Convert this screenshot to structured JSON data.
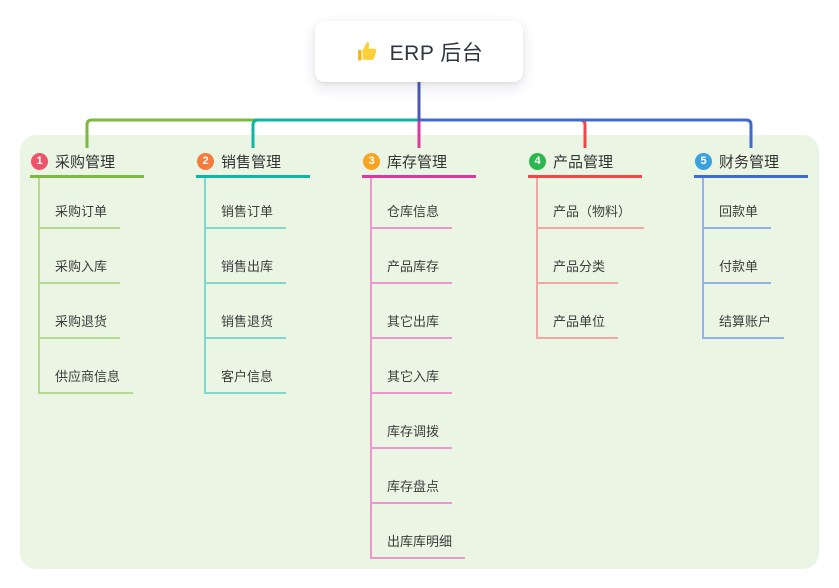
{
  "root": {
    "title": "ERP 后台",
    "icon": "thumbs-up-icon"
  },
  "branches": [
    {
      "badge": "1",
      "label": "采购管理",
      "color": "#7db842",
      "light": "#b5d98e",
      "badge_color": "#ee5468",
      "children": [
        "采购订单",
        "采购入库",
        "采购退货",
        "供应商信息"
      ]
    },
    {
      "badge": "2",
      "label": "销售管理",
      "color": "#10b5a5",
      "light": "#82d7cc",
      "badge_color": "#f67c3e",
      "children": [
        "销售订单",
        "销售出库",
        "销售退货",
        "客户信息"
      ]
    },
    {
      "badge": "3",
      "label": "库存管理",
      "color": "#d9399f",
      "light": "#ee96cf",
      "badge_color": "#f8a41f",
      "children": [
        "仓库信息",
        "产品库存",
        "其它出库",
        "其它入库",
        "库存调拨",
        "库存盘点",
        "出库库明细"
      ]
    },
    {
      "badge": "4",
      "label": "产品管理",
      "color": "#f04849",
      "light": "#f7a5a3",
      "badge_color": "#2db54f",
      "children": [
        "产品（物料）",
        "产品分类",
        "产品单位"
      ]
    },
    {
      "badge": "5",
      "label": "财务管理",
      "color": "#3f6ace",
      "light": "#96b1e8",
      "badge_color": "#3ba1dd",
      "children": [
        "回款单",
        "付款单",
        "结算账户"
      ]
    }
  ],
  "colors": {
    "trunk": "#4d58b4",
    "panel_bg": "#eaf6e3",
    "page_bg": "#ffffff",
    "text": "#333333",
    "thumb_sleeve": "#f3b31c",
    "thumb_hand": "#fdd03a"
  }
}
